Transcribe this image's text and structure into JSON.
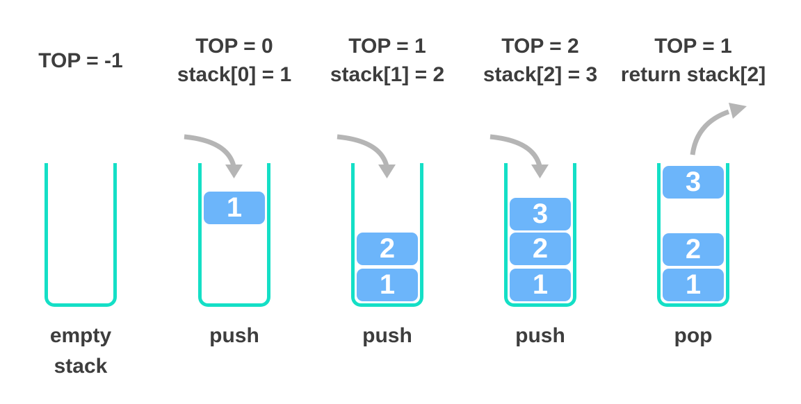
{
  "colors": {
    "container": "#14DFC6",
    "block": "#6CB5FA",
    "block_text": "#FFFFFF",
    "arrow": "#B5B5B5",
    "text": "#3D3D3D"
  },
  "stages": [
    {
      "header_lines": [
        "TOP = -1"
      ],
      "arrow": "none",
      "blocks": [],
      "label": "empty stack"
    },
    {
      "header_lines": [
        "TOP = 0",
        "stack[0] = 1"
      ],
      "arrow": "push",
      "blocks": [
        "1"
      ],
      "label": "push"
    },
    {
      "header_lines": [
        "TOP = 1",
        "stack[1] = 2"
      ],
      "arrow": "push",
      "blocks": [
        "2",
        "1"
      ],
      "label": "push"
    },
    {
      "header_lines": [
        "TOP = 2",
        "stack[2] = 3"
      ],
      "arrow": "push",
      "blocks": [
        "3",
        "2",
        "1"
      ],
      "label": "push"
    },
    {
      "header_lines": [
        "TOP = 1",
        "return stack[2]"
      ],
      "arrow": "pop",
      "blocks": [
        "3",
        "2",
        "1"
      ],
      "label": "pop"
    }
  ]
}
